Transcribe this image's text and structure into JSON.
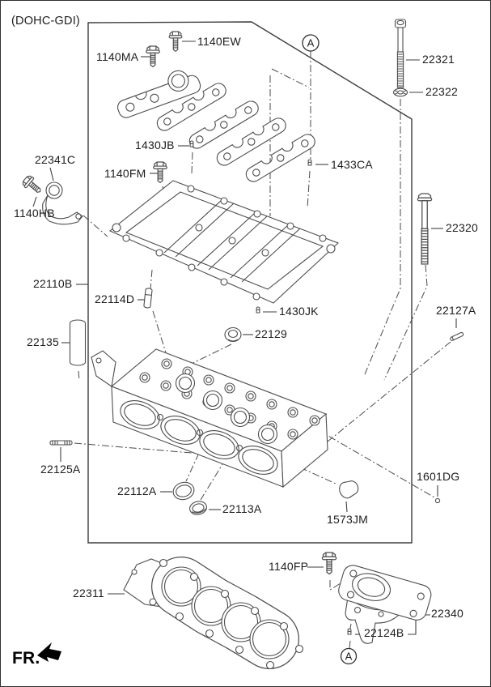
{
  "header": {
    "engine_variant_label": "(DOHC-GDI)"
  },
  "orientation": {
    "front_label": "FR."
  },
  "detail_marker": {
    "letter": "A"
  },
  "colors": {
    "line": "#4d4d4d",
    "text": "#1d1d1d",
    "background": "#ffffff",
    "border": "#2f2f2f"
  },
  "parts": {
    "p1140EW": "1140EW",
    "p1140MA": "1140MA",
    "p1430JB": "1430JB",
    "p22341C": "22341C",
    "p1140FM": "1140FM",
    "p1140HB": "1140HB",
    "p1433CA": "1433CA",
    "p22321": "22321",
    "p22322": "22322",
    "p22320": "22320",
    "p22110B": "22110B",
    "p22114D": "22114D",
    "p1430JK": "1430JK",
    "p22127A": "22127A",
    "p22135": "22135",
    "p22129": "22129",
    "p22125A": "22125A",
    "p22112A": "22112A",
    "p22113A": "22113A",
    "p1573JM": "1573JM",
    "p1601DG": "1601DG",
    "p22311": "22311",
    "p1140FP": "1140FP",
    "p22340": "22340",
    "p22124B": "22124B"
  }
}
